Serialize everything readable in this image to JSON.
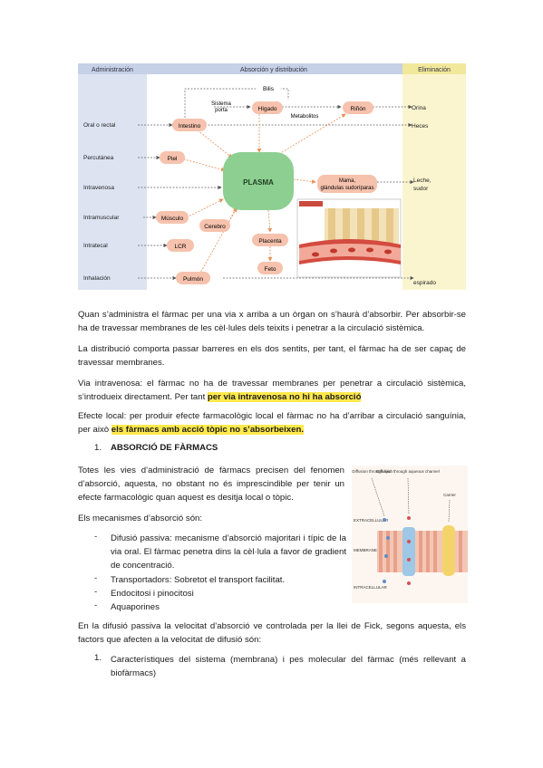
{
  "diagram": {
    "col_admin": "Administración",
    "col_abs": "Absorción y distribución",
    "col_elim": "Eliminación",
    "routes": [
      "Oral o rectal",
      "Percutánea",
      "Intravenosa",
      "Intramuscular",
      "Intratecal",
      "Inhalación"
    ],
    "bilis": "Bilis",
    "sistema_porta_1": "Sistema",
    "sistema_porta_2": "porta",
    "higado": "Hígado",
    "metabolitos": "Metabolitos",
    "rinon": "Riñón",
    "intestino": "Intestino",
    "piel": "Piel",
    "plasma": "PLASMA",
    "musculo": "Músculo",
    "cerebro": "Cerebro",
    "lcr": "LCR",
    "pulmon": "Pulmón",
    "placenta": "Placenta",
    "feto": "Feto",
    "mama_1": "Mama,",
    "mama_2": "glándulas sudoríparas",
    "orina": "Orina",
    "heces": "Heces",
    "leche_1": "Leche,",
    "leche_2": "sudor",
    "espirado": "espirado"
  },
  "p1": "Quan s’administra el fàrmac per una via x arriba a un òrgan on s’haurà d’absorbir. Per absorbir-se ha de travessar membranes de les cèl·lules dels teixits i penetrar a la circulació sistèmica.",
  "p2": "La distribució comporta passar barreres en els dos sentits, per tant, el fàrmac ha de ser capaç de travessar membranes.",
  "p3_pre": "Via intravenosa: el fàrmac no ha de travessar membranes per penetrar a circulació sistèmica, s’introdueix directament. Per tant ",
  "p3_hl": "per via intravenosa no hi ha absorció",
  "p4_pre": "Efecte local: per produir efecte farmacològic local el fàrmac no ha d’arribar a circulació sanguínia, per això ",
  "p4_hl": "els fàrmacs amb acció tòpic no s’absorbeixen.",
  "section_num": "1.",
  "section_title": "ABSORCIÓ DE FÀRMACS",
  "p5": "Totes les vies d’administració de fàrmacs precisen del fenomen d’absorció, aquesta, no obstant no és imprescindible per tenir un efecte farmacològic quan aquest es desitja local o tòpic.",
  "p6": "Els mecanismes d’absorció són:",
  "bullets": [
    "Difusió passiva: mecanisme d’absorció majoritari i típic de la via oral. El fàrmac penetra dins la cèl·lula a favor de gradient de concentració.",
    "Transportadors: Sobretot el transport facilitat.",
    "Endocitosi i pinocitosi",
    "Aquaporines"
  ],
  "membrane_fig": {
    "lbl1": "Diffusion through lipid",
    "lbl2": "Diffusion through aqueous channel",
    "lbl3": "Carrier",
    "extra": "EXTRACELLULAR",
    "membrane": "MEMBRANE",
    "intra": "INTRACELLULAR"
  },
  "p7": "En la difusió passiva la velocitat d’absorció ve controlada per la llei de Fick, segons aquesta, els factors que afecten a la velocitat de difusió són:",
  "list2_num": "1.",
  "list2_text": "Característiques del sistema (membrana) i pes molecular del fàrmac (més rellevant a biofàrmacs)"
}
